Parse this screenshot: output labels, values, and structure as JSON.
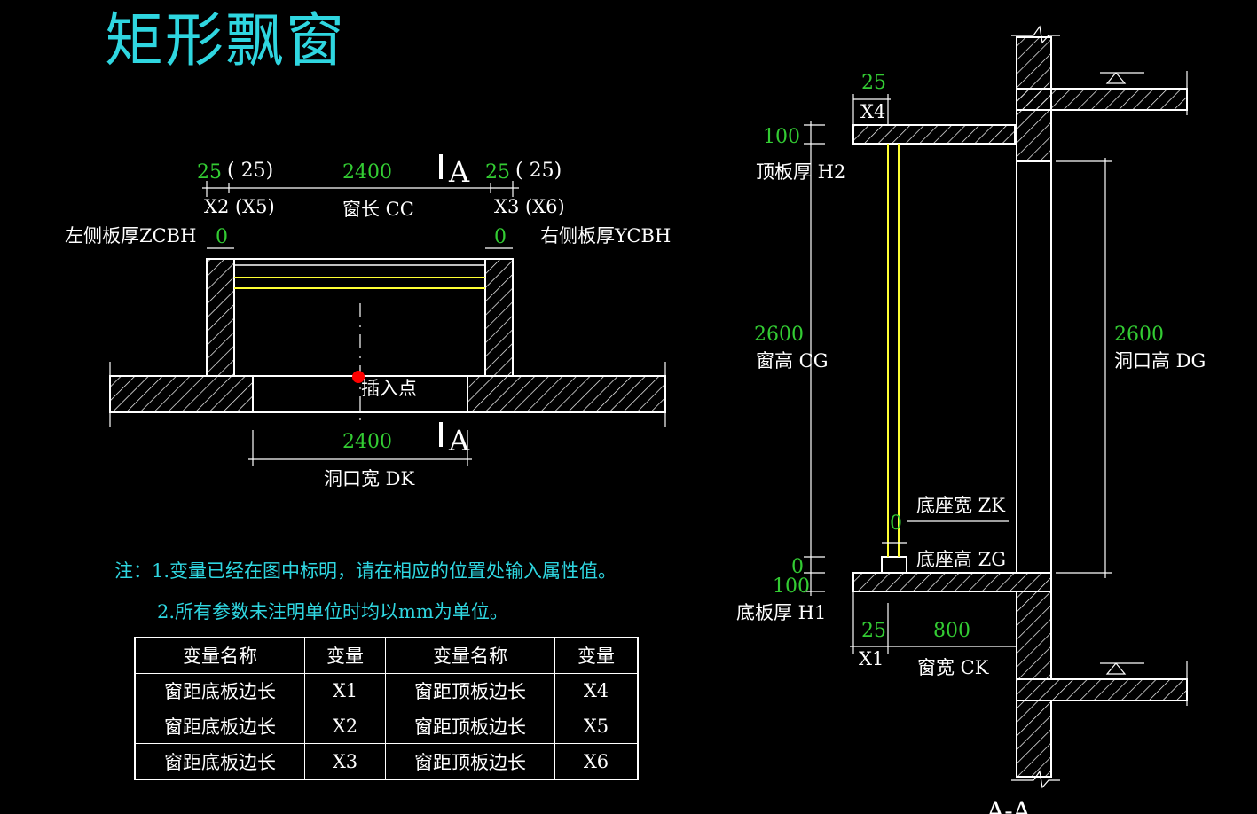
{
  "title": "矩形飘窗",
  "plan": {
    "dim_left_x2": "25",
    "dim_left_x5": "( 25)",
    "dim_window_length": "2400",
    "dim_right_x3": "25",
    "dim_right_x6": "( 25)",
    "label_x2_x5": "X2 (X5)",
    "label_window_length": "窗长 CC",
    "label_x3_x6": "X3 (X6)",
    "section_mark": "A",
    "label_left_thickness": "左侧板厚ZCBH",
    "dim_left_thickness": "0",
    "dim_right_thickness": "0",
    "label_right_thickness": "右侧板厚YCBH",
    "label_insert_point": "插入点",
    "dim_opening_width": "2400",
    "label_opening_width": "洞口宽 DK"
  },
  "section": {
    "dim_x4": "25",
    "label_x4": "X4",
    "dim_h2": "100",
    "label_h2": "顶板厚 H2",
    "dim_cg": "2600",
    "label_cg": "窗高 CG",
    "dim_dg": "2600",
    "label_dg": "洞口高 DG",
    "dim_zk": "0",
    "label_zk": "底座宽 ZK",
    "dim_zg": "0",
    "label_zg": "底座高 ZG",
    "dim_h1": "100",
    "label_h1": "底板厚  H1",
    "dim_x1": "25",
    "label_x1": "X1",
    "dim_ck": "800",
    "label_ck": "窗宽 CK",
    "section_label": "A-A"
  },
  "notes": {
    "line1": "注：1.变量已经在图中标明，请在相应的位置处输入属性值。",
    "line2": "2.所有参数未注明单位时均以mm为单位。"
  },
  "table": {
    "headers": [
      "变量名称",
      "变量",
      "变量名称",
      "变量"
    ],
    "rows": [
      [
        "窗距底板边长",
        "X1",
        "窗距顶板边长",
        "X4"
      ],
      [
        "窗距底板边长",
        "X2",
        "窗距顶板边长",
        "X5"
      ],
      [
        "窗距底板边长",
        "X3",
        "窗距顶板边长",
        "X6"
      ]
    ]
  },
  "colors": {
    "text_cyan": "#2fd6e0",
    "dim_green": "#33cc33",
    "glass_yellow": "#ffff33",
    "insert_red": "#ff0000",
    "line_white": "#ffffff"
  }
}
